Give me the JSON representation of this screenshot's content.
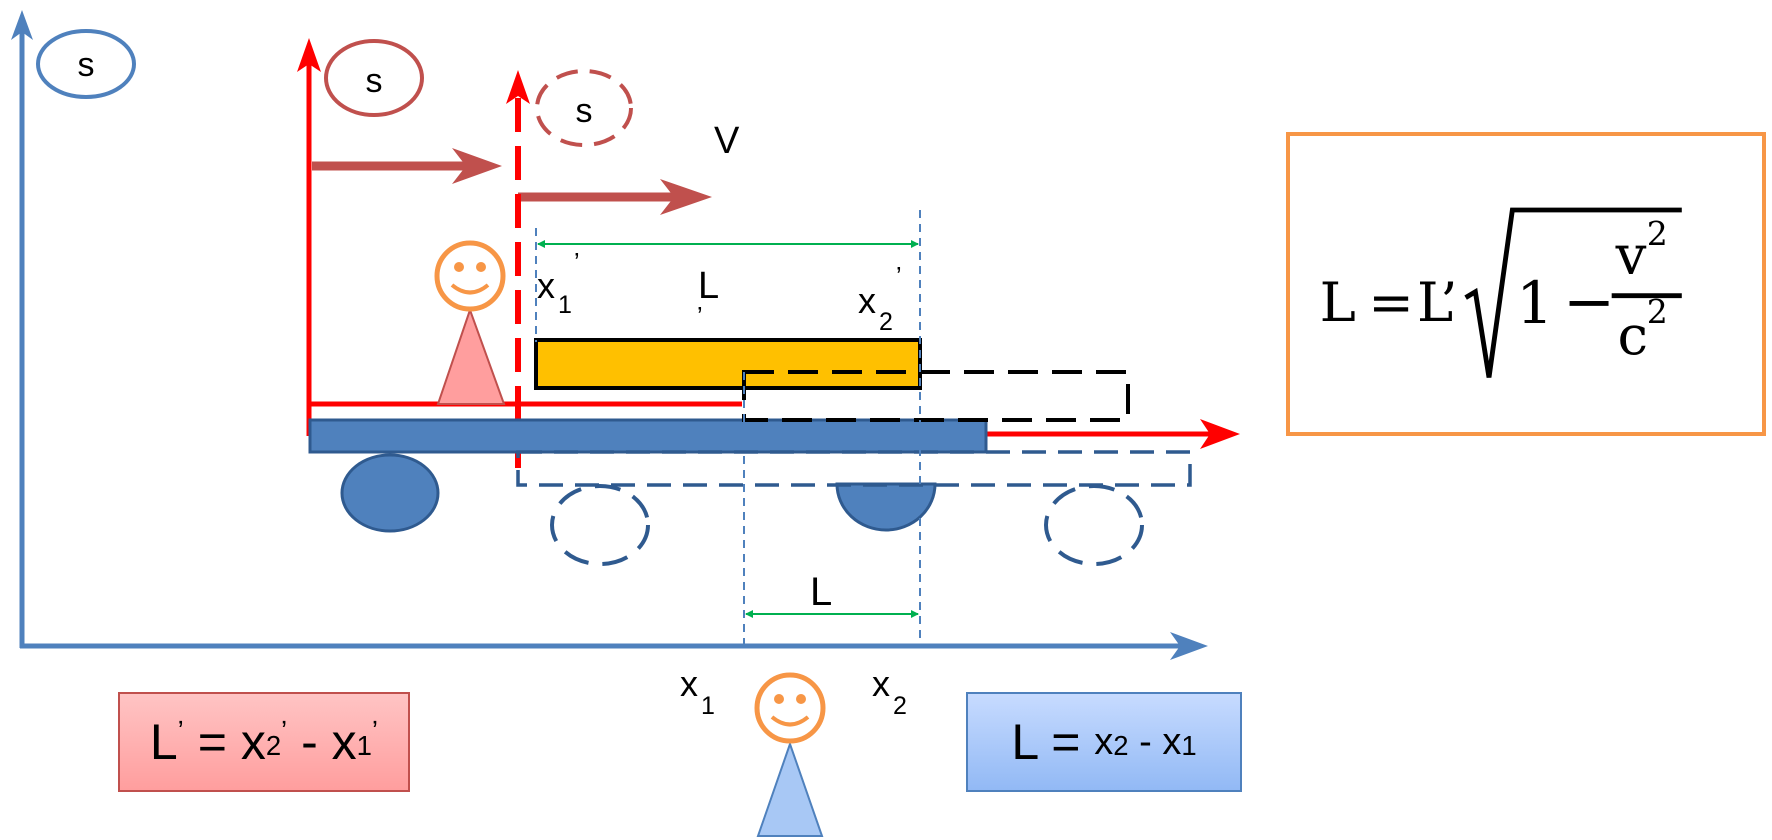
{
  "frames": {
    "ground_frame_label": "s",
    "moving_frame_label": "s",
    "moving_frame_later_label": "s"
  },
  "velocity_label": "V",
  "rod_top": {
    "x1_prime_main": "x",
    "x1_prime_sub": "1",
    "x1_prime_mark": "ʼ",
    "length_main": "L",
    "length_mark": "ʼ",
    "x2_prime_main": "x",
    "x2_prime_sub": "2",
    "x2_prime_mark": "ʼ"
  },
  "rod_bottom": {
    "length_label": "L",
    "x1_main": "x",
    "x1_sub": "1",
    "x2_main": "x",
    "x2_sub": "2"
  },
  "eq_moving": {
    "lhs": "L",
    "lhs_mark": "ʼ",
    "eq": " = ",
    "t1_main": "x",
    "t1_sub": "2",
    "t1_mark": "ʼ",
    "minus": " - ",
    "t2_main": "x",
    "t2_sub": "1",
    "t2_mark": "ʼ"
  },
  "eq_rest": {
    "lhs": "L = ",
    "t1_main": "x",
    "t1_sub": "2",
    "minus": " - ",
    "t2_main": "x",
    "t2_sub": "1"
  },
  "formula": {
    "lhs": "L",
    "equals": "=",
    "lprime": "L’",
    "one": "1",
    "minus": "−",
    "num_base": "v",
    "num_exp": "2",
    "den_base": "c",
    "den_exp": "2"
  },
  "colors": {
    "ground_axis": "#4f81bd",
    "moving_axis": "#ff0000",
    "arrow_dark_red": "#c0504d",
    "platform": "#4f81bd",
    "rod": "#ffc000",
    "observer": "#f79646",
    "measure_line": "#00b050",
    "formula_border": "#f79646"
  }
}
